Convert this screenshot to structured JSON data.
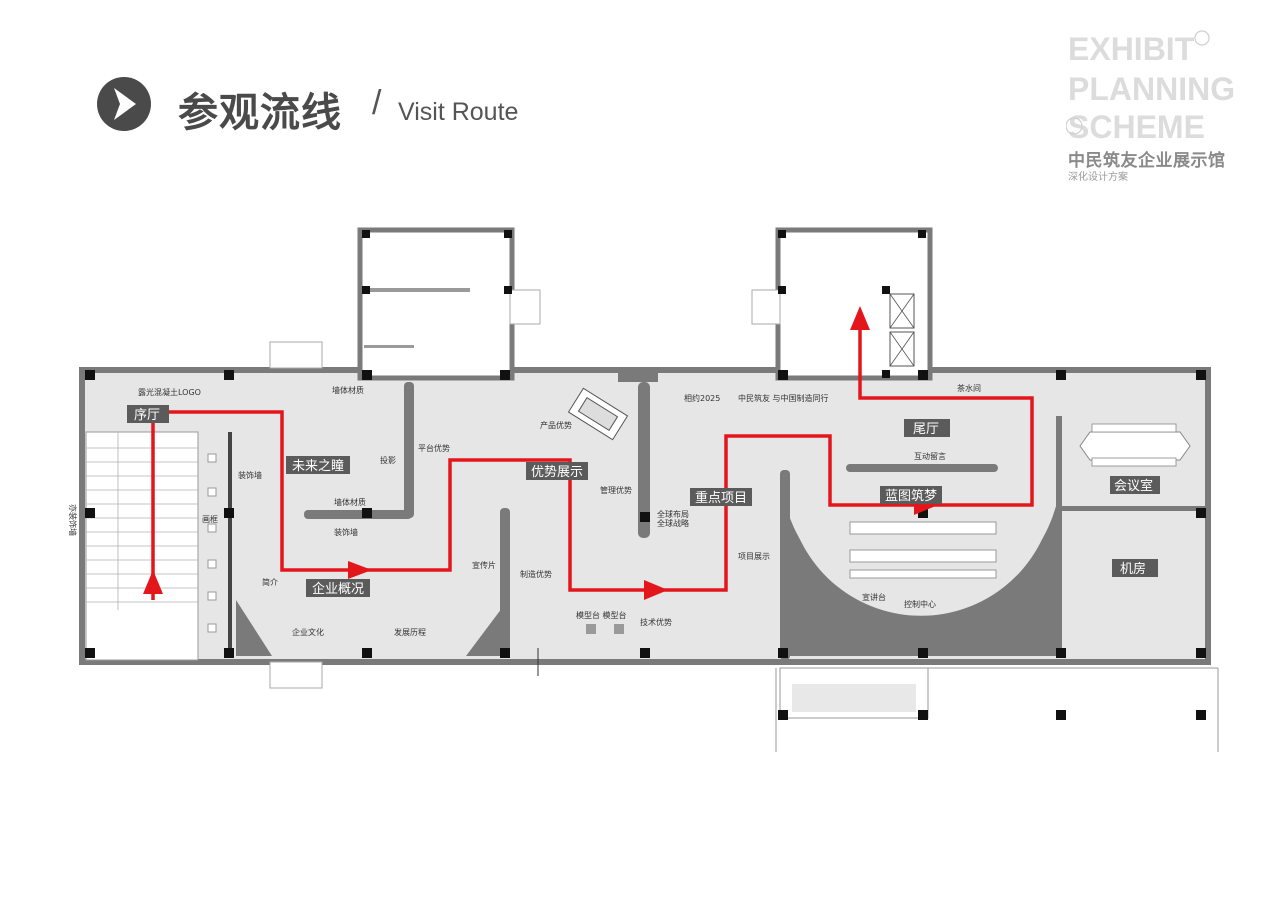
{
  "header": {
    "title": "参观流线",
    "slash": "/",
    "subtitle": "Visit Route",
    "icon": "chevron-right-icon"
  },
  "brand": {
    "logo_lines": [
      "EXHIBIT",
      "PLANNING",
      "SCHEME"
    ],
    "name": "中民筑友企业展示馆",
    "sub": "深化设计方案"
  },
  "zones": {
    "entrance": "序厅",
    "future": "未来之瞳",
    "overview": "企业概况",
    "advantage": "优势展示",
    "projects": "重点项目",
    "blueprint": "蓝图筑梦",
    "tail": "尾厅",
    "meeting": "会议室",
    "machine": "机房"
  },
  "labels": {
    "logo_wall": "露光混凝土LOGO",
    "wall_1": "墙体材质",
    "projection": "投影",
    "wall_2": "墙体材质",
    "platform": "平台优势",
    "product": "产品优势",
    "mgmt": "管理优势",
    "global_layout": "全球布局",
    "global_small": "全球战略",
    "promo_film": "宣传片",
    "manufacturing": "制造优势",
    "model_stand": "模型台 模型台",
    "tech": "技术优势",
    "intro": "简介",
    "culture": "企业文化",
    "history": "发展历程",
    "decor_1": "装饰墙",
    "decor_2": "装饰墙",
    "frame": "画框",
    "vertical_note": "亦装饰墙",
    "appointment": "相约2025",
    "together": "中民筑友 与中国制造同行",
    "project_show": "项目展示",
    "tea": "茶水间",
    "interactive": "互动留言",
    "lectern": "宣讲台",
    "control": "控制中心"
  },
  "colors": {
    "route": "#e3161b",
    "wall": "#7a7a7a",
    "floor": "#e6e6e6",
    "tag": "#5b5b5b",
    "accent_dark": "#4a4a4a"
  }
}
